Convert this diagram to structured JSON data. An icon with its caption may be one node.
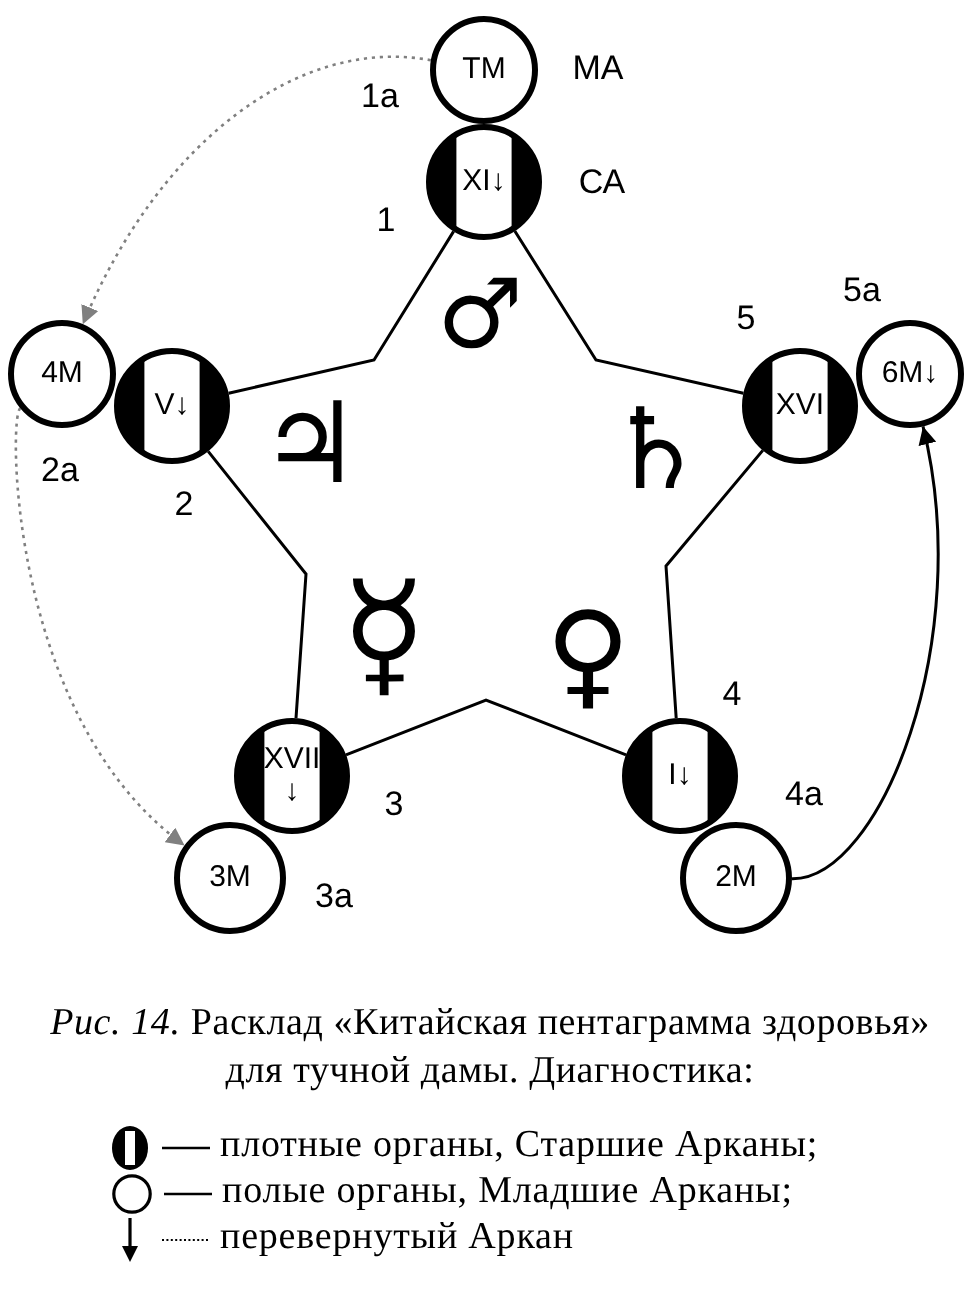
{
  "diagram": {
    "caption": "*Рис. 14.* Расклад «Китайская пентаграмма здоровья» для тучной дамы. Диагностика:",
    "nodes": [
      {
        "text": [
          "ТМ"
        ],
        "beside": [
          "1а",
          "МА"
        ]
      },
      {
        "text": [
          "XI↓"
        ],
        "beside": [
          "1",
          "СА"
        ]
      },
      {
        "text": [
          "4М"
        ],
        "beside": [
          "2а"
        ]
      },
      {
        "text": [
          "V↓"
        ],
        "beside": [
          "2"
        ]
      },
      {
        "text": [
          "XVI"
        ],
        "beside": [
          "5"
        ]
      },
      {
        "text": [
          "6М↓"
        ],
        "beside": [
          "5а"
        ]
      },
      {
        "text": [
          "XVII ↓"
        ],
        "beside": [
          "3"
        ]
      },
      {
        "text": [
          "I↓"
        ],
        "beside": [
          "4"
        ]
      },
      {
        "text": [
          "3М"
        ],
        "beside": [
          "3а"
        ]
      },
      {
        "text": [
          "2М"
        ],
        "beside": [
          "4а"
        ]
      }
    ],
    "edges": [
      {
        "from": 1,
        "to": 3,
        "arrow": "none"
      },
      {
        "from": 3,
        "to": 6,
        "arrow": "none"
      },
      {
        "from": 6,
        "to": 7,
        "arrow": "none"
      },
      {
        "from": 7,
        "to": 4,
        "arrow": "none"
      },
      {
        "from": 4,
        "to": 1,
        "arrow": "none"
      },
      {
        "from": 0,
        "to": 2,
        "arrow": "to",
        "style": "dashed",
        "color": "#808080"
      },
      {
        "from": 2,
        "to": 8,
        "arrow": "to",
        "style": "dashed",
        "color": "#808080"
      },
      {
        "from": 9,
        "to": 5,
        "arrow": "to"
      }
    ],
    "labels": [
      "♂",
      "♃",
      "♄",
      "☿",
      "♀"
    ],
    "legend": [
      {
        "text": "плотные органы, Старшие Арканы;"
      },
      {
        "text": "полые органы, Младшие Арканы;"
      },
      {
        "text": "перевернутый Аркан"
      }
    ]
  }
}
